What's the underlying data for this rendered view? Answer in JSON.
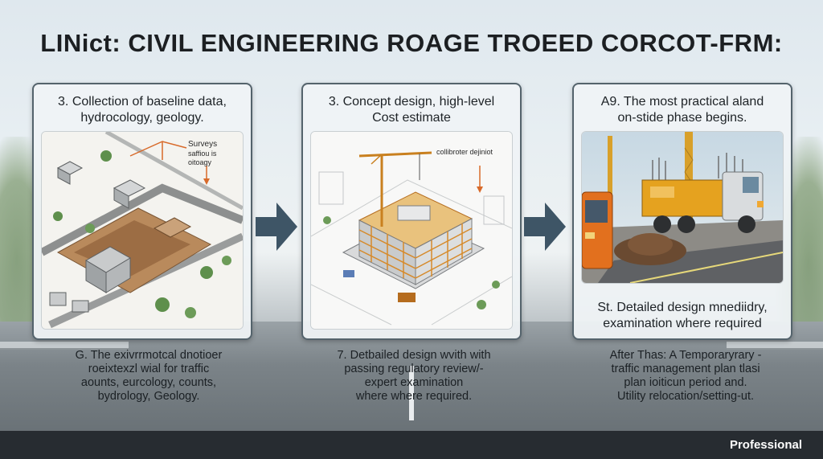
{
  "title": "LINict: CIVIL ENGINEERING ROAGE TROEED CORCOT-FRM:",
  "panels": [
    {
      "heading": [
        "3. Collection of baseline data,",
        "hydrocology, geology."
      ],
      "image_labels": [
        "Surveys",
        "saffiou is",
        "oitoagy"
      ]
    },
    {
      "heading": [
        "3. Concept design, high-level",
        "Cost estimate"
      ],
      "image_labels": [
        "collibroter dejiniot"
      ]
    },
    {
      "heading": [
        "A9. The most practical aland",
        "on-stide phase begins."
      ],
      "caption": [
        "St. Detailed design mnediidry,",
        "examination where required"
      ]
    }
  ],
  "notes": [
    [
      "G. The exivrrmotcal dnotioer",
      "roeixtexzl wial for traffic",
      "aounts, eurcology, counts,",
      "bydrology, Geology."
    ],
    [
      "7. Detbailed design wvith with",
      "passing regulatory review/-",
      "expert examination",
      "where where required."
    ],
    [
      "After Thas: A Temporaryrary -",
      "traffic management plan tlasi",
      "plan ioiticun period and.",
      "Utility relocation/setting-ut."
    ]
  ],
  "footer": {
    "label": "Professional"
  },
  "colors": {
    "frame": "#54636c",
    "arrow": "#3e5566",
    "footer": "#272c31",
    "scaffold": "#d68a2a",
    "truck": "#e5a21f"
  }
}
